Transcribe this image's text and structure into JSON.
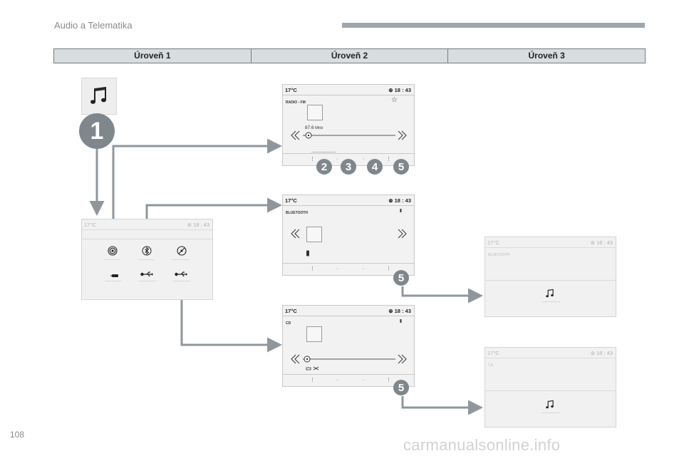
{
  "header": {
    "title": "Audio a Telematika"
  },
  "levels": [
    "Úroveň 1",
    "Úroveň 2",
    "Úroveň 3"
  ],
  "page_number": "108",
  "watermark": "carmanualsonline.info",
  "level1": {
    "badge": "1",
    "screen": {
      "temp": "17°C",
      "clock": "18 : 43"
    }
  },
  "radio_screen": {
    "temp": "17°C",
    "clock": "18 : 43",
    "source": "RADIO - FM",
    "frequency": "87.6",
    "unit": "MHz"
  },
  "radio_badges": [
    "2",
    "3",
    "4",
    "5"
  ],
  "bt_screen": {
    "temp": "17°C",
    "clock": "18 : 43",
    "source": "BLUETOOTH",
    "pause": "II"
  },
  "cd_screen": {
    "temp": "17°C",
    "clock": "18 : 43",
    "source": "CD",
    "pause": "II"
  },
  "bt_badge": "5",
  "cd_badge": "5",
  "bt_level3": {
    "temp": "17°C",
    "clock": "18 : 43",
    "source": "BLUETOOTH"
  },
  "cd_level3": {
    "temp": "17°C",
    "clock": "18 : 43",
    "source": "CD"
  },
  "icons": {
    "music": "music-note-icon",
    "radio": "radio-waves-icon",
    "bluetooth": "bluetooth-icon",
    "cd": "cd-disc-icon",
    "usb": "usb-icon",
    "aux": "aux-jack-icon",
    "favorite": "star-icon",
    "prev": "seek-back-icon",
    "next": "seek-forward-icon"
  },
  "colors": {
    "connector": "#8f979c",
    "badge": "#7f878d",
    "header_bar": "#9ea7ad",
    "table_fill": "#d8dde0"
  }
}
